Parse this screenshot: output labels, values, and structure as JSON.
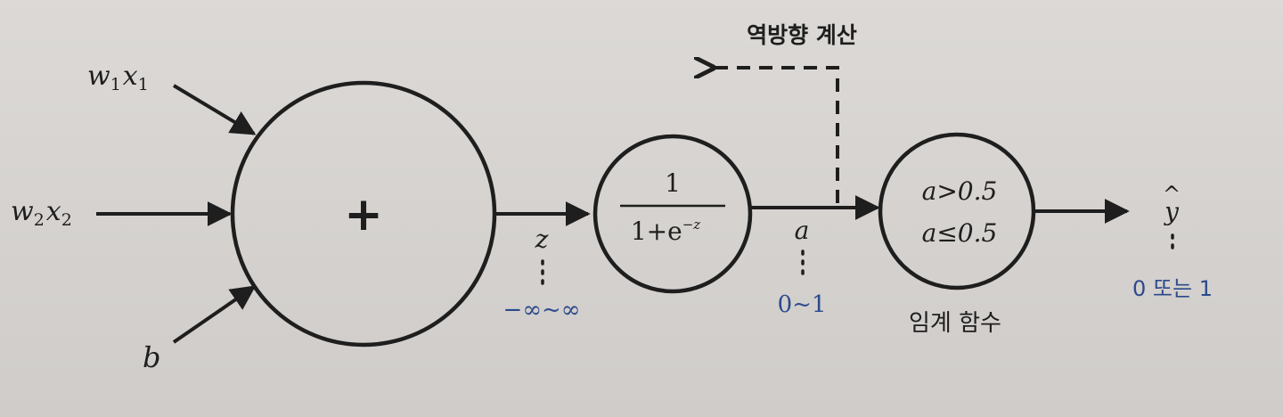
{
  "inputs": {
    "w1x1": {
      "w": "w",
      "sub1": "1",
      "x": "x",
      "sub2": "1"
    },
    "w2x2": {
      "w": "w",
      "sub1": "2",
      "x": "x",
      "sub2": "2"
    },
    "bias": "b"
  },
  "sum_node": {
    "symbol": "+"
  },
  "z": {
    "label": "z",
    "range": "−∞~∞"
  },
  "sigmoid_node": {
    "numerator": "1",
    "denominator_base": "1+e",
    "denominator_exp": "−z"
  },
  "a": {
    "label": "a",
    "range": "0~1"
  },
  "threshold_node": {
    "line1": "a>0.5",
    "line2": "a≤0.5",
    "caption": "임계 함수"
  },
  "output": {
    "label": "y",
    "hat": "^",
    "range": "0 또는 1"
  },
  "backprop": {
    "label": "역방향 계산"
  },
  "colors": {
    "ink": "#1e1e1e",
    "annotation": "#2c4a8c"
  }
}
